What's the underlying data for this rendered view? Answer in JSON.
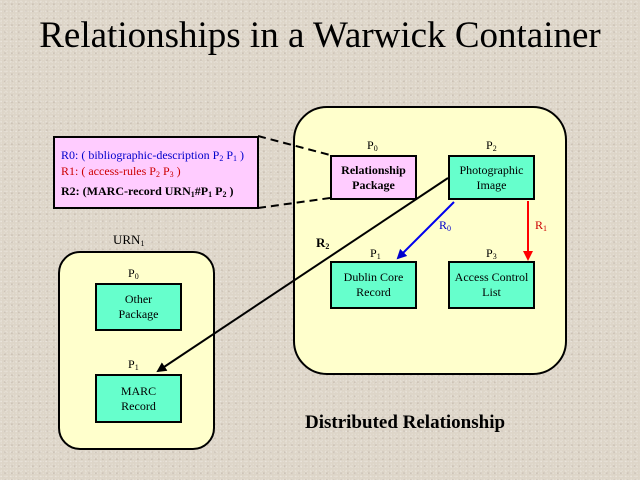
{
  "title": "Relationships in a Warwick Container",
  "rules": {
    "r0_prefix": "R0: ( bibliographic-description P",
    "r0_sub1": "2",
    "r0_mid": " P",
    "r0_sub2": "1",
    "r0_suffix": " )",
    "r1_prefix": "R1: ( access-rules P",
    "r1_sub1": "2",
    "r1_mid": " P",
    "r1_sub2": "3",
    "r1_suffix": " )",
    "r2_prefix": "R2: (MARC-record URN",
    "r2_sub1": "1",
    "r2_mid1": "#P",
    "r2_sub2": "1",
    "r2_mid2": "  P",
    "r2_sub3": "2",
    "r2_suffix": " )"
  },
  "right_container": {
    "packages": [
      {
        "id": "P",
        "sub": "0",
        "label_line1": "Relationship",
        "label_line2": "Package"
      },
      {
        "id": "P",
        "sub": "2",
        "label_line1": "Photographic",
        "label_line2": "Image"
      },
      {
        "id": "P",
        "sub": "1",
        "label_line1": "Dublin Core",
        "label_line2": "Record"
      },
      {
        "id": "P",
        "sub": "3",
        "label_line1": "Access Control",
        "label_line2": "List"
      }
    ]
  },
  "left_container": {
    "name": "URN",
    "name_sub": "1",
    "packages": [
      {
        "id": "P",
        "sub": "0",
        "label_line1": "Other",
        "label_line2": "Package"
      },
      {
        "id": "P",
        "sub": "1",
        "label_line1": "MARC",
        "label_line2": "Record"
      }
    ]
  },
  "edges": {
    "r0": {
      "label": "R",
      "sub": "0",
      "color": "#0000cc"
    },
    "r1": {
      "label": "R",
      "sub": "1",
      "color": "#cc0000"
    },
    "r2": {
      "label": "R",
      "sub": "2",
      "color": "#000000"
    }
  },
  "footer": "Distributed Relationship",
  "colors": {
    "background": "#ddd5c8",
    "container_fill": "#ffffcc",
    "package_fill": "#66ffcc",
    "relationship_fill": "#ffccff"
  }
}
